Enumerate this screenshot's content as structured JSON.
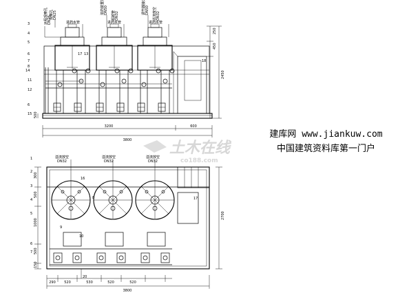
{
  "credit": {
    "line1": "建库网 www.jiankuw.com",
    "line2": "中国建筑资料库第一门户"
  },
  "watermark": {
    "main": "土木在线",
    "sub": "co188.com"
  },
  "elevation": {
    "callouts_left": [
      "3",
      "4",
      "5",
      "6",
      "7",
      "8",
      "14",
      "11",
      "12",
      "6",
      "15"
    ],
    "callouts_inner": [
      "17",
      "13"
    ],
    "callout_right": "18",
    "top_labels": [
      {
        "name": "远程观察孔",
        "code": "DN25"
      },
      {
        "name": "观察孔",
        "code": "DN25"
      },
      {
        "name": "溶药装置接口",
        "code": "DN50"
      },
      {
        "name": "超越管",
        "code": "DN32"
      },
      {
        "name": "调节器接口",
        "code": "DN50"
      },
      {
        "name": "溢流放空",
        "code": "DN32"
      }
    ],
    "pipe_labels": [
      "进药水管",
      "进药水管",
      "进药水管"
    ],
    "dims_right": [
      "250",
      "450",
      "2450"
    ],
    "dim_left_bottom": "500",
    "dim_bottom": [
      "3200",
      "600"
    ],
    "dim_total": "3800"
  },
  "plan": {
    "callouts_left": [
      "1",
      "2",
      "3",
      "4",
      "5",
      "6",
      "7"
    ],
    "callouts_inner": [
      "16",
      "8",
      "9",
      "10",
      "17"
    ],
    "callout_bottom": "20",
    "top_labels": [
      {
        "name": "溢流放空",
        "code": "DN32"
      },
      {
        "name": "溢流放空",
        "code": "DN32"
      },
      {
        "name": "溢流放空",
        "code": "DN32"
      }
    ],
    "dims_left": [
      "300",
      "500",
      "1000",
      "500",
      "150"
    ],
    "dim_right": "2700",
    "dims_bottom": [
      "290",
      "520",
      "530",
      "520",
      "520"
    ],
    "dim_total": "3800"
  }
}
